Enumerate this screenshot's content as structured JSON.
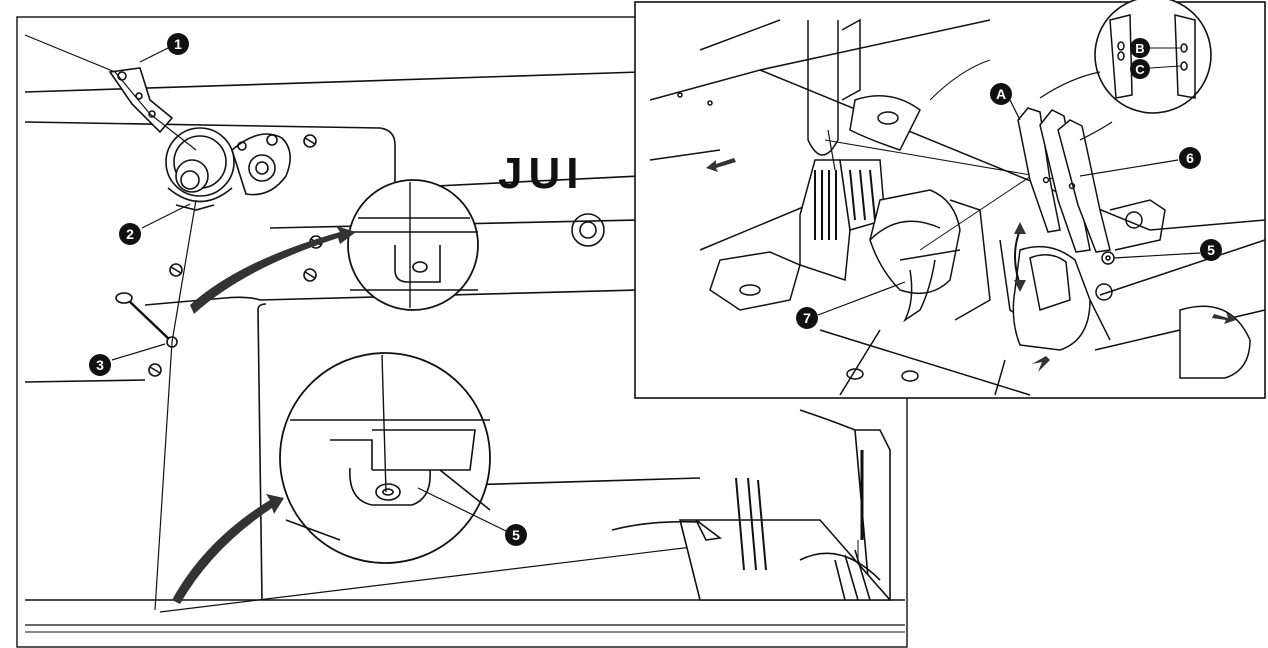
{
  "brand_text": "JUI",
  "callouts": {
    "c1": "1",
    "c2": "2",
    "c3": "3",
    "c5_main": "5",
    "c5_inset": "5",
    "c6": "6",
    "c7": "7",
    "cA": "A",
    "cB": "B",
    "cC": "C"
  },
  "colors": {
    "line": "#111111",
    "paper": "#ffffff",
    "callout_fill": "#111111",
    "arrow_fill": "#333333"
  }
}
